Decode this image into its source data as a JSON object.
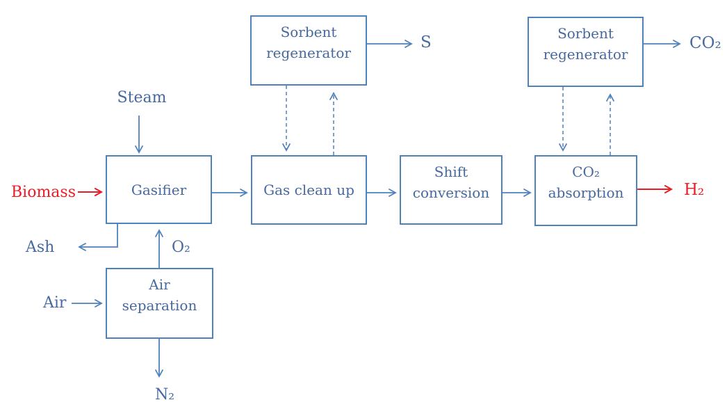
{
  "colors": {
    "line_blue": "#4f81bd",
    "text_blue": "#46699f",
    "flow_red": "#ed1c24",
    "background": "#ffffff"
  },
  "boxes": {
    "sorbent_regenerator_left": {
      "label": "Sorbent\nregenerator"
    },
    "sorbent_regenerator_right": {
      "label": "Sorbent\nregenerator"
    },
    "gasifier": {
      "label": "Gasifier"
    },
    "gas_clean_up": {
      "label": "Gas clean up"
    },
    "shift_conversion": {
      "label": "Shift\nconversion"
    },
    "co2_absorption": {
      "label": "CO₂\nabsorption"
    },
    "air_separation": {
      "label": "Air\nseparation"
    }
  },
  "streams": {
    "biomass": {
      "label": "Biomass"
    },
    "steam": {
      "label": "Steam"
    },
    "ash": {
      "label": "Ash"
    },
    "oxygen": {
      "label": "O₂"
    },
    "air": {
      "label": "Air"
    },
    "nitrogen": {
      "label": "N₂"
    },
    "sulfur": {
      "label": "S"
    },
    "co2_out": {
      "label": "CO₂"
    },
    "h2_out": {
      "label": "H₂"
    }
  }
}
